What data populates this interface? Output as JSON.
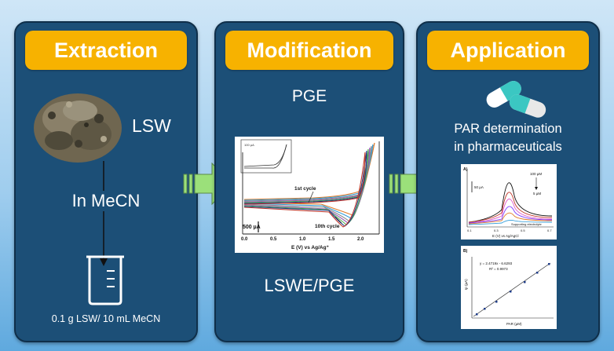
{
  "panels": {
    "extraction": {
      "title": "Extraction",
      "material_label": "LSW",
      "solvent_label": "In MeCN",
      "ratio_label": "0.1 g LSW/ 10 mL MeCN"
    },
    "modification": {
      "title": "Modification",
      "electrode_label": "PGE",
      "result_label": "LSWE/PGE",
      "cv_plot": {
        "xlabel": "E (V) vs Ag/Ag⁺",
        "x_ticks": [
          "0.0",
          "0.5",
          "1.0",
          "1.5",
          "2.0"
        ],
        "first_cycle": "1st cycle",
        "tenth_cycle": "10th cycle",
        "scale_bar": "500 µA"
      }
    },
    "application": {
      "title": "Application",
      "description_line1": "PAR determination",
      "description_line2": "in pharmaceuticals",
      "dpv_plot": {
        "panel_label": "A)",
        "concentration": "100 µM",
        "low_conc": "5 µM",
        "baseline": "Supporting electrolyte",
        "scale_bar": "50 µA",
        "xlabel": "E (V) vs Ag/AgCl",
        "x_ticks": [
          "0.1",
          "0.3",
          "0.5",
          "0.7"
        ]
      },
      "calib_plot": {
        "panel_label": "B)",
        "equation": "y = 2.4719x - 6.6293",
        "r2": "R² = 0.9973",
        "xlabel": "PAR (µM)",
        "ylabel": "Ip (µA)"
      }
    }
  },
  "colors": {
    "panel": "#1c4f77",
    "header": "#f7b200",
    "arrow": "#9be07a",
    "pill_teal": "#3bc7c2"
  }
}
